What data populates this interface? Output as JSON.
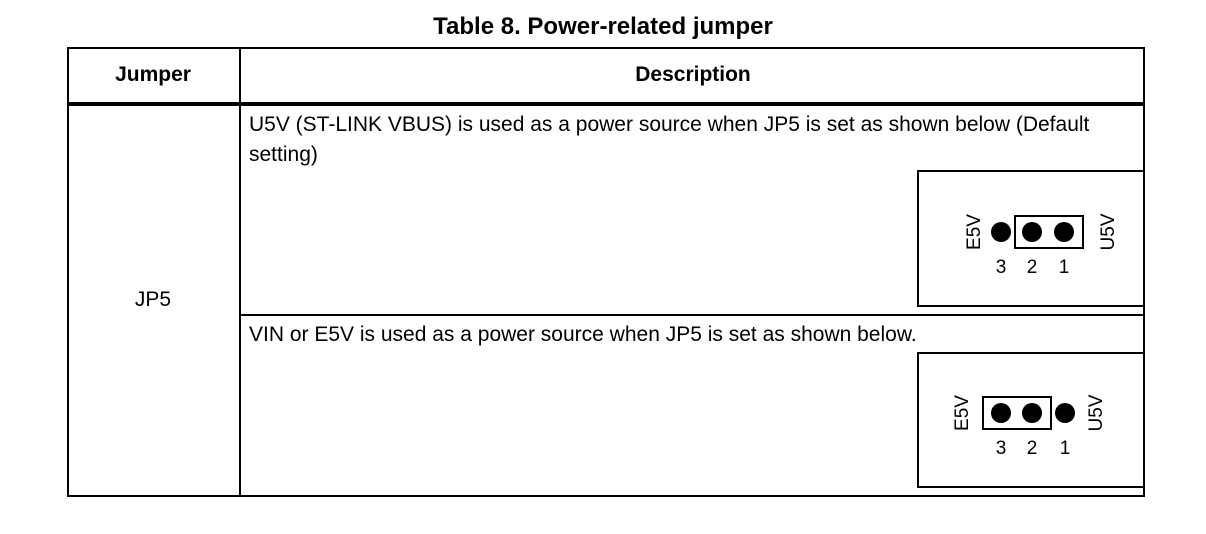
{
  "title": "Table 8. Power-related jumper",
  "table": {
    "headers": {
      "jumper": "Jumper",
      "description": "Description"
    },
    "rows": [
      {
        "jumper": "JP5",
        "settings": [
          {
            "text": "U5V (ST-LINK VBUS) is used as a power source when JP5 is set as shown below (Default setting)",
            "diagram": {
              "left_label": "E5V",
              "right_label": "U5V",
              "pins": [
                "3",
                "2",
                "1"
              ],
              "jumper_on": [
                "2",
                "1"
              ]
            }
          },
          {
            "text": "VIN or E5V is used as a power source when JP5 is set as shown below.",
            "diagram": {
              "left_label": "E5V",
              "right_label": "U5V",
              "pins": [
                "3",
                "2",
                "1"
              ],
              "jumper_on": [
                "3",
                "2"
              ]
            }
          }
        ]
      }
    ]
  }
}
